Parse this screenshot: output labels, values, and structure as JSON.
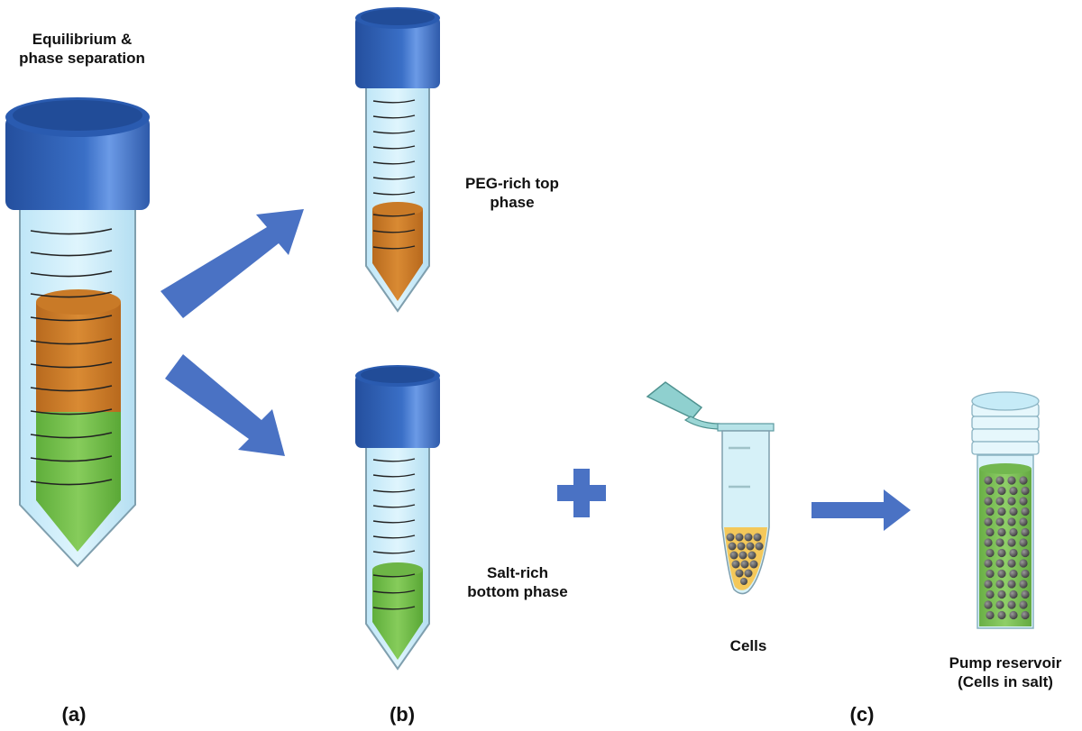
{
  "labels": {
    "equilibrium": [
      "Equilibrium &",
      "phase separation"
    ],
    "peg_phase": [
      "PEG-rich top",
      "phase"
    ],
    "salt_phase": [
      "Salt-rich",
      "bottom phase"
    ],
    "cells": "Cells",
    "reservoir": [
      "Pump reservoir",
      "(Cells in salt)"
    ],
    "panel_a": "(a)",
    "panel_b": "(b)",
    "panel_c": "(c)"
  },
  "colors": {
    "cap": "#2e62b8",
    "cap_light": "#5b8ee0",
    "tube": "#c9ecfa",
    "tube_edge": "#8aa9b8",
    "peg_phase": "#cf7f2a",
    "salt_phase": "#79c04e",
    "arrow": "#4a72c4",
    "cells_fluid": "#f4c85a",
    "cell": "#5c5c5c",
    "reservoir_fluid": "#7dbf58"
  },
  "icons": [
    "tube-cap-icon",
    "arrow-icon",
    "plus-icon",
    "microtube-icon",
    "cell-icon",
    "reservoir-icon"
  ]
}
